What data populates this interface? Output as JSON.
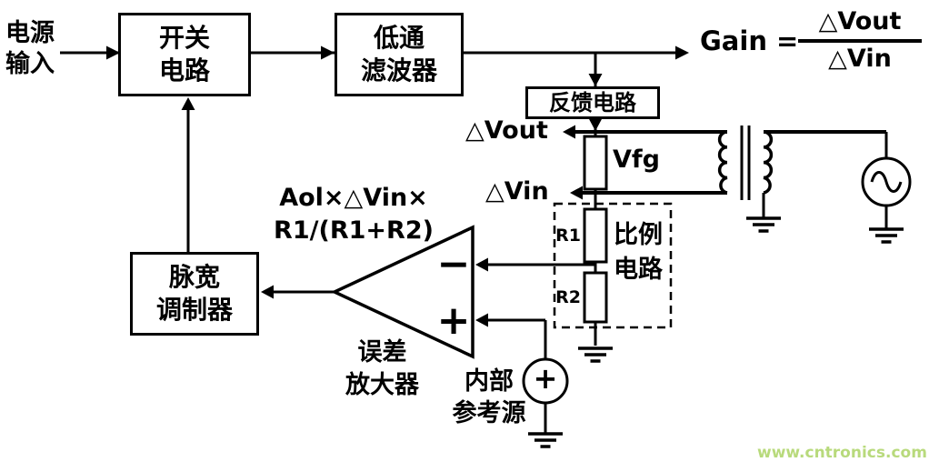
{
  "labels": {
    "power_input": "电源\n输入",
    "switch_block": "开关\n电路",
    "lpf_block": "低通\n滤波器",
    "feedback_block": "反馈电路",
    "pwm_block": "脉宽\n调制器",
    "gain_prefix": "Gain =",
    "gain_numerator": "△Vout",
    "gain_denominator": "△Vin",
    "delta_vout": "△Vout",
    "delta_vin": "△Vin",
    "vfg": "Vfg",
    "r1": "R1",
    "r2": "R2",
    "ratio_block": "比例\n电路",
    "opamp_gain_formula": "Aol×△Vin×\nR1/(R1+R2)",
    "opamp_minus": "−",
    "opamp_plus": "+",
    "error_amp": "误差\n放大器",
    "internal_ref": "内部\n参考源",
    "ref_source_plus": "+",
    "watermark": "www.cntronics.com"
  },
  "colors": {
    "line": "#000000",
    "background": "#ffffff",
    "watermark": "#b8da7c"
  }
}
